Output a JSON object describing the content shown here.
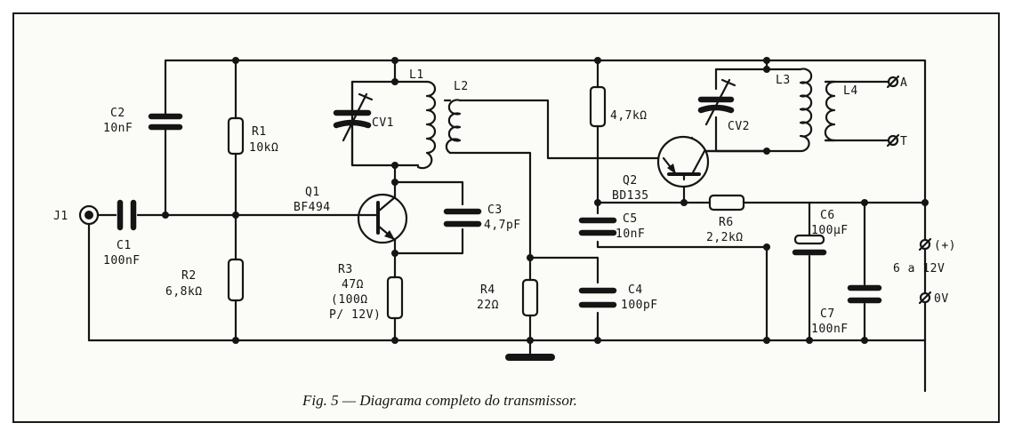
{
  "caption": "Fig. 5 — Diagrama completo do transmissor.",
  "labels": {
    "J1": "J1",
    "C1": "C1",
    "C1_val": "100nF",
    "C2": "C2",
    "C2_val": "10nF",
    "R1": "R1",
    "R1_val": "10kΩ",
    "R2": "R2",
    "R2_val": "6,8kΩ",
    "Q1": "Q1",
    "Q1_type": "BF494",
    "CV1": "CV1",
    "L1": "L1",
    "L2": "L2",
    "C3": "C3",
    "C3_val": "4,7pF",
    "R3": "R3",
    "R3_val": "47Ω",
    "R3_note1": "(100Ω",
    "R3_note2": "P/ 12V)",
    "R4": "R4",
    "R4_val": "22Ω",
    "C4": "C4",
    "C4_val": "100pF",
    "R5_val": "4,7kΩ",
    "Q2": "Q2",
    "Q2_type": "BD135",
    "C5": "C5",
    "C5_val": "10nF",
    "R6": "R6",
    "R6_val": "2,2kΩ",
    "CV2": "CV2",
    "L3": "L3",
    "L4": "L4",
    "A": "A",
    "T": "T",
    "C6": "C6",
    "C6_val": "100µF",
    "C7": "C7",
    "C7_val": "100nF",
    "plus": "(+)",
    "supply": "6 a 12V",
    "zero": "0V"
  }
}
